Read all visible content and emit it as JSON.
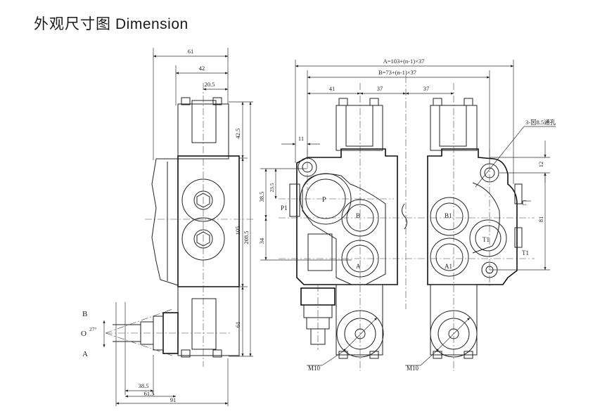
{
  "header": {
    "title_cn": "外观尺寸图",
    "title_en": "Dimension"
  },
  "side_view": {
    "dims": {
      "w61": "61",
      "w42": "42",
      "w20_5": "20.5",
      "h42_5": "42.5",
      "h105": "105",
      "h208_5": "208.5",
      "h61": "61",
      "b38_5": "38.5",
      "b61_5": "61.5",
      "b91": "91"
    },
    "lever": {
      "b": "B",
      "o": "O",
      "a": "A",
      "angle": "27°"
    }
  },
  "front_view": {
    "dims": {
      "formula_a": "A=103+(n-1)×37",
      "formula_b": "B=73+(n-1)×37",
      "d41": "41",
      "d37a": "37",
      "d37b": "37",
      "d11": "11",
      "d38_5": "38.5",
      "d23_5": "23.5",
      "d34": "34",
      "d12": "12",
      "d81": "81",
      "hole_note": "3-⊠8.5通孔",
      "thread_left": "M10",
      "thread_right": "M10"
    },
    "ports": {
      "p": "P",
      "p1": "P1",
      "b": "B",
      "a": "A",
      "b1": "B1",
      "a1": "A1",
      "t1": "T1",
      "c": "C",
      "t1_right": "T1"
    }
  }
}
